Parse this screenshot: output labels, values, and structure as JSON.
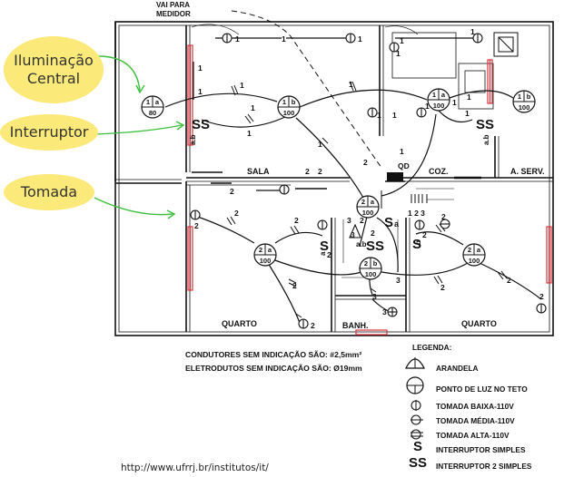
{
  "callouts": {
    "central_lighting": "Iluminação\nCentral",
    "switch": "Interruptor",
    "outlet": "Tomada"
  },
  "plan": {
    "meter_note": "VAI PARA\nMEDIDOR",
    "rooms": {
      "sala": "SALA",
      "coz": "COZ.",
      "a_serv": "A. SERV.",
      "quarto_left": "QUARTO",
      "banh": "BANH.",
      "quarto_right": "QUARTO"
    },
    "panel": "QD",
    "panel_circuits": "1 2 3",
    "lights": [
      {
        "circuit": "1",
        "switch": "a",
        "power": "80"
      },
      {
        "circuit": "1",
        "switch": "b",
        "power": "100"
      },
      {
        "circuit": "1",
        "switch": "a",
        "power": "100"
      },
      {
        "circuit": "1",
        "switch": "b",
        "power": "100"
      },
      {
        "circuit": "2",
        "switch": "a",
        "power": "100"
      },
      {
        "circuit": "2",
        "switch": "a",
        "power": "100"
      },
      {
        "circuit": "2",
        "switch": "b",
        "power": "100"
      },
      {
        "circuit": "2",
        "switch": "a",
        "power": "100"
      }
    ],
    "switch_labels": {
      "double": "SS",
      "ab": "a.b",
      "single": "S",
      "single_a": "a",
      "single_b": "b"
    },
    "circuit_numbers": {
      "c1": "1",
      "c2": "2",
      "c3": "3"
    }
  },
  "notes": {
    "conductors": "CONDUTORES SEM INDICAÇÃO SÃO: #2,5mm²",
    "conduits": "ELETRODUTOS SEM INDICAÇÃO SÃO: Ø19mm"
  },
  "legend": {
    "title": "LEGENDA:",
    "items": [
      {
        "icon": "wall-lamp-icon",
        "label": "ARANDELA"
      },
      {
        "icon": "ceiling-light-icon",
        "label": "PONTO DE LUZ NO TETO"
      },
      {
        "icon": "low-outlet-icon",
        "label": "TOMADA BAIXA-110V"
      },
      {
        "icon": "mid-outlet-icon",
        "label": "TOMADA MÉDIA-110V"
      },
      {
        "icon": "high-outlet-icon",
        "label": "TOMADA ALTA-110V"
      },
      {
        "icon": "single-switch-icon",
        "label": "INTERRUPTOR SIMPLES"
      },
      {
        "icon": "double-switch-icon",
        "label": "INTERRUPTOR 2 SIMPLES"
      }
    ]
  },
  "footer": {
    "url": "http://www.ufrrj.br/institutos/it/"
  },
  "colors": {
    "bubble": "#fbe97a",
    "arrow": "#3fbf3f",
    "window": "#d8323a",
    "ink": "#111111"
  }
}
